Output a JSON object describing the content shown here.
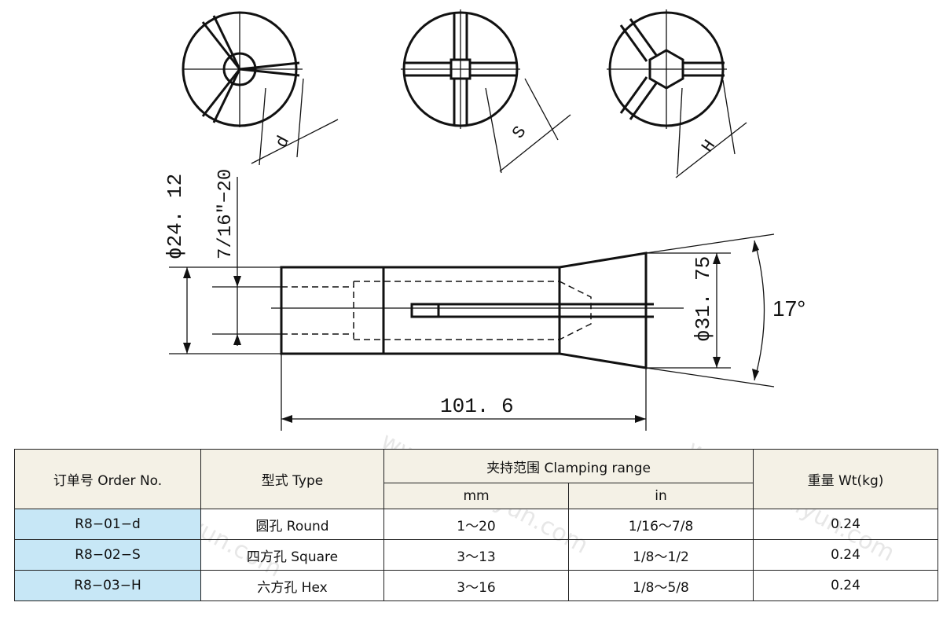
{
  "drawing": {
    "labels": {
      "hole_round": "d",
      "hole_square": "S",
      "hole_hex": "H",
      "dia_nose": "ϕ24. 12",
      "thread": "7/16″−20",
      "dia_head": "ϕ31. 75",
      "angle": "17°",
      "length": "101. 6"
    }
  },
  "table": {
    "headers": {
      "order_no": "订单号 Order No.",
      "type": "型式 Type",
      "clamping_range": "夹持范围 Clamping range",
      "mm": "mm",
      "in": "in",
      "weight": "重量 Wt(kg)"
    },
    "rows": [
      {
        "order_no": "R8−01−d",
        "type": "圆孔 Round",
        "mm": "1～20",
        "in": "1/16～7/8",
        "wt": "0.24"
      },
      {
        "order_no": "R8−02−S",
        "type": "四方孔 Square",
        "mm": "3～13",
        "in": "1/8～1/2",
        "wt": "0.24"
      },
      {
        "order_no": "R8−03−H",
        "type": "六方孔 Hex",
        "mm": "3～16",
        "in": "1/8～5/8",
        "wt": "0.24"
      }
    ]
  },
  "watermark": {
    "text": "www.maidiyun.com"
  }
}
